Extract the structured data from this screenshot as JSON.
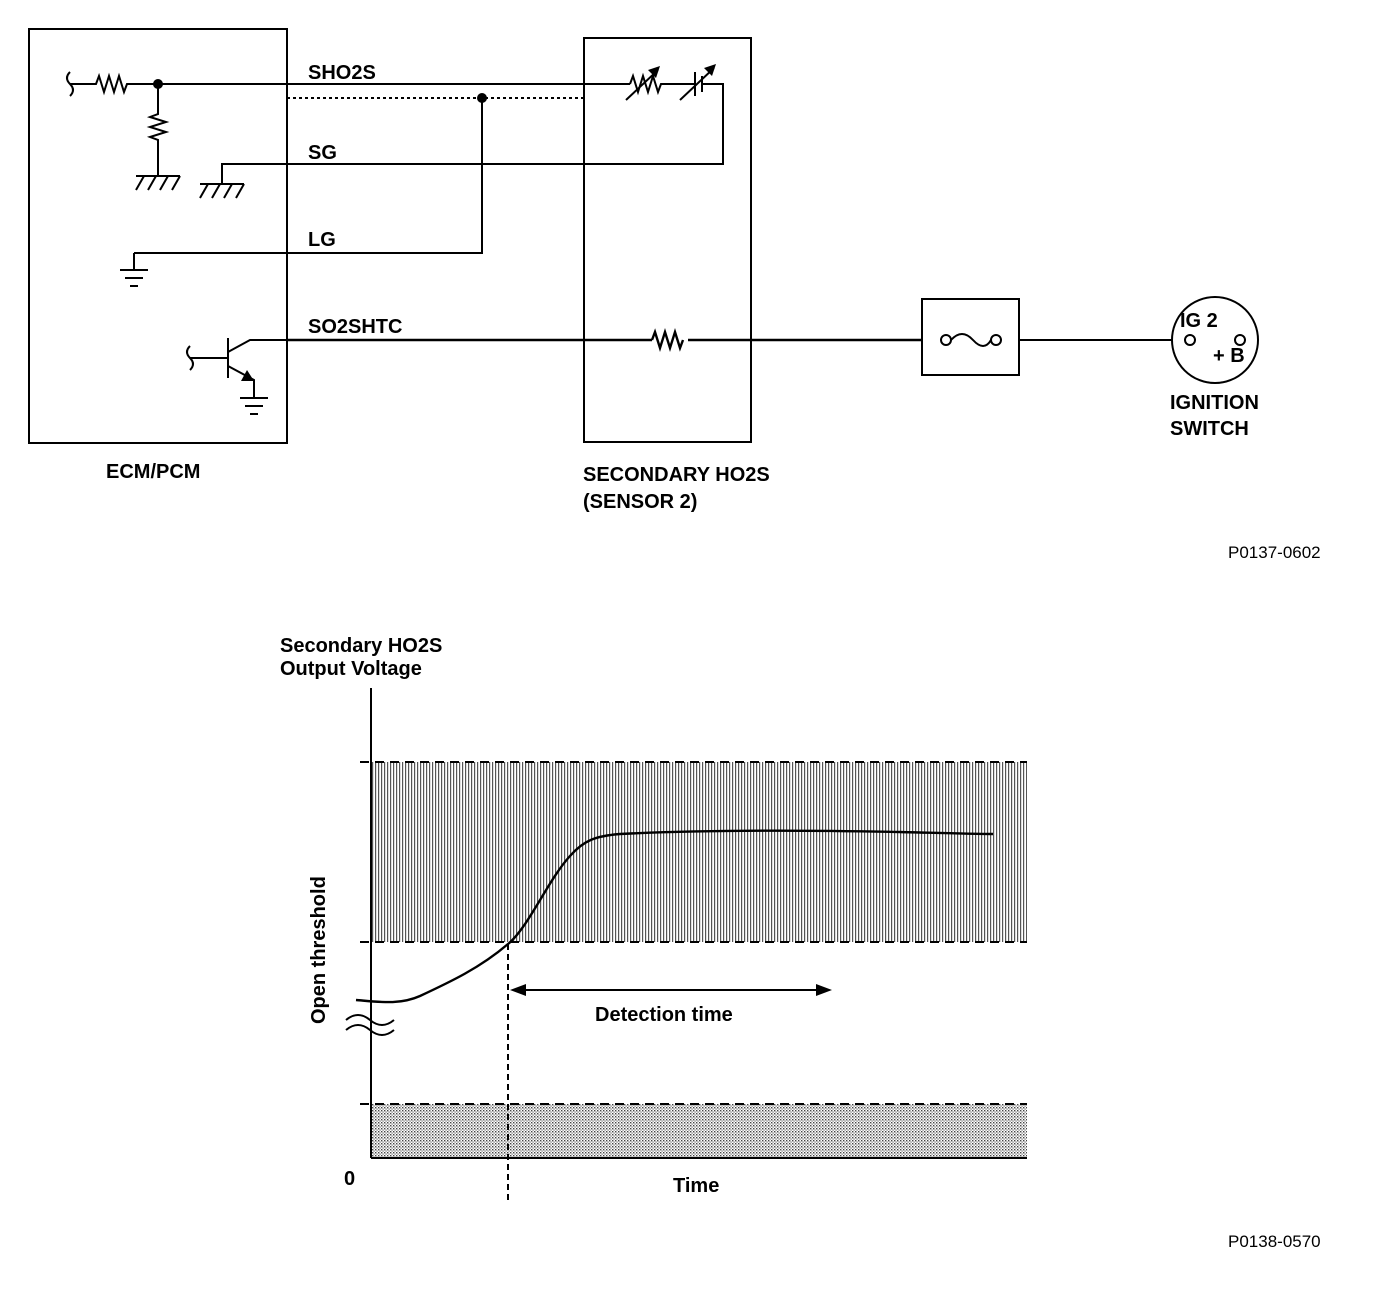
{
  "circuit": {
    "signals": {
      "sho2s": "SHO2S",
      "sg": "SG",
      "lg": "LG",
      "so2shtc": "SO2SHTC"
    },
    "ecm_label": "ECM/PCM",
    "sensor_label_line1": "SECONDARY HO2S",
    "sensor_label_line2": "(SENSOR 2)",
    "switch_terminal_ig2": "IG 2",
    "switch_terminal_b": "+ B",
    "switch_label_line1": "IGNITION",
    "switch_label_line2": "SWITCH",
    "figure_code": "P0137-0602"
  },
  "graph": {
    "y_title_line1": "Secondary HO2S",
    "y_title_line2": "Output Voltage",
    "threshold_label": "Open threshold",
    "detection_label": "Detection time",
    "x_axis_label": "Time",
    "origin_label": "0",
    "figure_code": "P0138-0570"
  }
}
